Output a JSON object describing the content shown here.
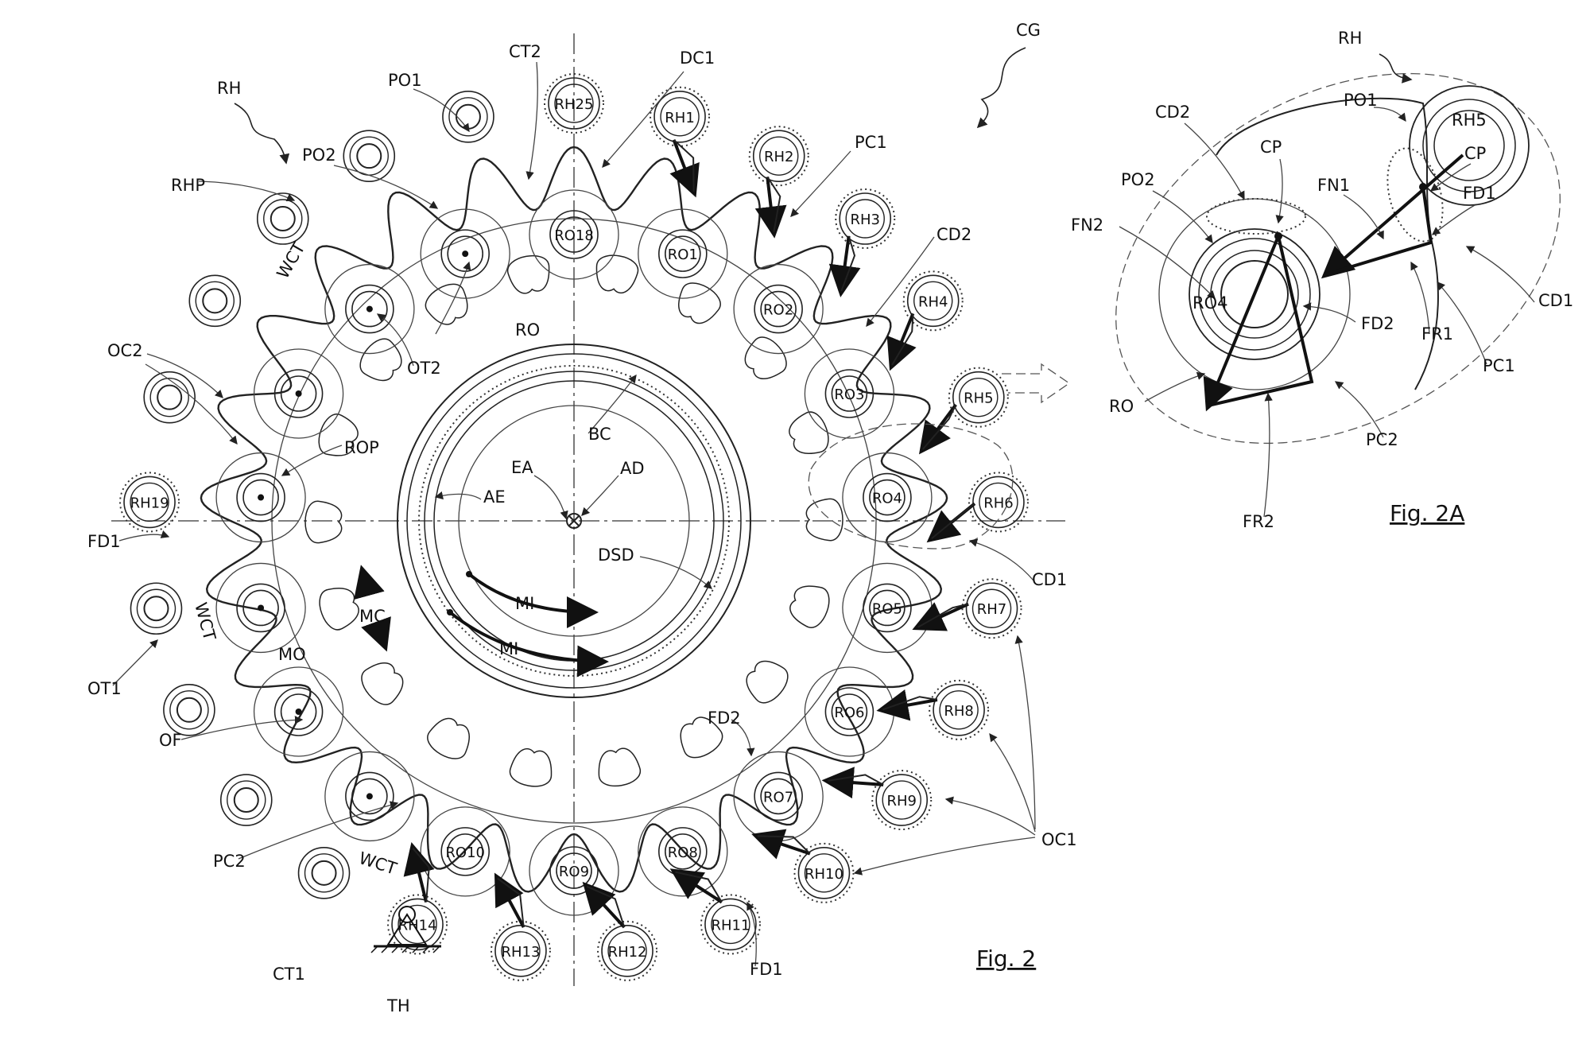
{
  "figures": {
    "main_caption": "Fig. 2",
    "inset_caption": "Fig. 2A"
  },
  "rollers": [
    "RH1",
    "RH2",
    "RH3",
    "RH4",
    "RH5",
    "RH6",
    "RH7",
    "RH8",
    "RH9",
    "RH10",
    "RH11",
    "RH12",
    "RH13",
    "RH14",
    "RH19",
    "RH25"
  ],
  "inner_rollers": [
    "RO1",
    "RO2",
    "RO3",
    "RO4",
    "RO5",
    "RO6",
    "RO7",
    "RO8",
    "RO9",
    "RO10",
    "RO18"
  ],
  "labels": {
    "CG": "CG",
    "RH": "RH",
    "RHP": "RHP",
    "PO1": "PO1",
    "PO2": "PO2",
    "CT2": "CT2",
    "DC1": "DC1",
    "PC1": "PC1",
    "CD2": "CD2",
    "RO": "RO",
    "OT2": "OT2",
    "OC2": "OC2",
    "ROP": "ROP",
    "BC": "BC",
    "EA": "EA",
    "AD": "AD",
    "AE": "AE",
    "FD1": "FD1",
    "CD1": "CD1",
    "DSD": "DSD",
    "MC": "MC",
    "MI": "MI",
    "MO": "MO",
    "OT1": "OT1",
    "OF": "OF",
    "FD2": "FD2",
    "PC2": "PC2",
    "OC1": "OC1",
    "CT1": "CT1",
    "TH": "TH",
    "WCT": "WCT"
  },
  "inset_labels": {
    "RH": "RH",
    "PO1": "PO1",
    "RH5": "RH5",
    "CD2": "CD2",
    "CP": "CP",
    "PO2": "PO2",
    "FN1": "FN1",
    "FD1": "FD1",
    "FN2": "FN2",
    "RO4": "RO4",
    "CD1": "CD1",
    "FD2": "FD2",
    "FR1": "FR1",
    "PC1": "PC1",
    "RO": "RO",
    "PC2": "PC2",
    "FR2": "FR2"
  }
}
